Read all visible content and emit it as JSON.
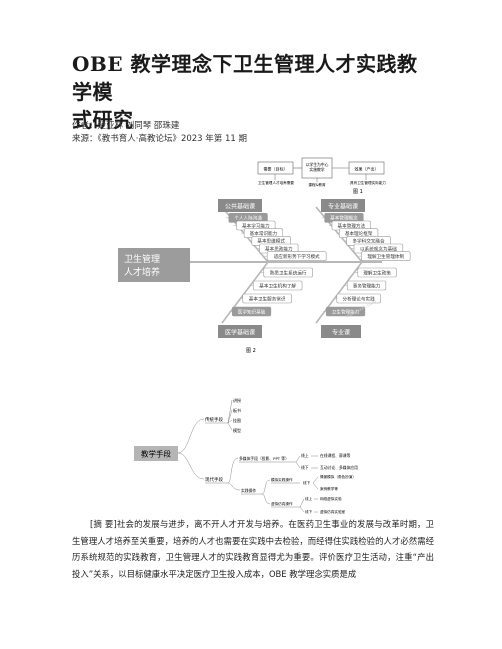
{
  "doc": {
    "title_line1": "OBE 教学理念下卫生管理人才实践教学模",
    "title_line2": "式研究",
    "authors": "作者：楚亚林 刘同琴 邵珠建",
    "source": "来源：《教书育人·高教论坛》2023 年第 11 期"
  },
  "fig1": {
    "box1": "需要（目标）",
    "box2": "以学生为中心\n实施教学",
    "box3": "效果（产出）",
    "sub1": "卫生管理人才培养需要",
    "sub2": "课程&教育",
    "sub3": "具有卫生管理实际能力",
    "caption": "图 1"
  },
  "fig2": {
    "center_line1": "卫生管理",
    "center_line2": "人才培养",
    "cat_top_left": "公共基础课",
    "cat_top_right": "专业基础课",
    "cat_bottom_left": "医学基础课",
    "cat_bottom_right": "专业课",
    "top_left_items": [
      "个人人际沟通",
      "基本学习能力",
      "基本常识能力",
      "基本思维模式",
      "基本思政能力",
      "适应新形势下学习模式"
    ],
    "top_right_items": [
      "基本管理概念",
      "基本管理方法",
      "基本理论框架",
      "多学科交叉融合",
      "以系统观念为基础",
      "理解卫生管理体制"
    ],
    "bottom_left_items": [
      "医学知识基础",
      "基本卫生服务常识",
      "基本卫生机构了解",
      "熟悉卫生系统运行"
    ],
    "bottom_right_items": [
      "卫生管理能力",
      "分析理论与实践",
      "事务管理能力",
      "理解卫生政策"
    ],
    "watermark": "www.zxxk.com",
    "caption": "图 2"
  },
  "fig3": {
    "root": "教学手段",
    "traditional": "传统手段",
    "traditional_items": [
      "讲授",
      "板书",
      "挂图",
      "模型"
    ],
    "modern": "现代手段",
    "multimedia": "多媒体手段（投影、PPT 等）",
    "practice": "实践操作",
    "mm_online": "线上",
    "mm_offline": "线下",
    "mm_online_item": "在线课程、慕课等",
    "mm_offline_item": "互动讨论、多媒体应用",
    "sim": "模拟实践操作",
    "sim_online": "线下",
    "sim_online_items": [
      "情景模拟（角色扮演）",
      "案例教学等"
    ],
    "virtual": "虚拟仿真操作",
    "vr_online": "线上",
    "vr_offline": "线下",
    "vr_online_item": "网络虚拟实验",
    "vr_offline_item": "虚拟仿真实验室"
  },
  "abstract": {
    "paragraph": "[摘 要]社会的发展与进步，离不开人才开发与培养。在医药卫生事业的发展与改革时期，卫生管理人才培养至关重要，培养的人才也需要在实践中去检验，而经得住实践检验的人才必然需经历系统规范的实践教育，卫生管理人才的实践教育显得尤为重要。评价医疗卫生活动，注重“产出　投入”关系，以目标健康水平决定医疗卫生投入成本，OBE 教学理念实质是成"
  },
  "colors": {
    "header_box": "#8a8a8a",
    "pill_grey": "#9a9a9a",
    "branch": "#b8b8b8"
  }
}
